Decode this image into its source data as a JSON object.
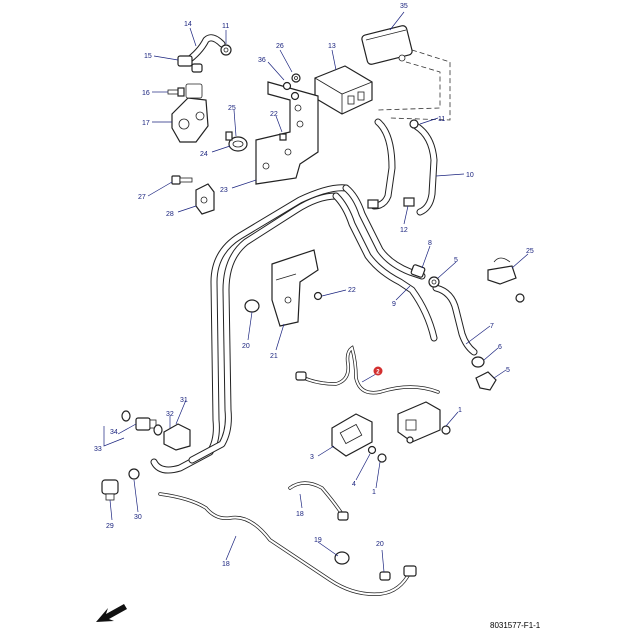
{
  "diagram": {
    "reference_code": "8031577-F1-1",
    "highlight_color": "#d32f2f",
    "callout_color": "#1a237e",
    "direction_icon": "front-arrow-icon",
    "callouts": {
      "c35": "35",
      "c14": "14",
      "c11a": "11",
      "c15": "15",
      "c26": "26",
      "c13": "13",
      "c36": "36",
      "c16": "16",
      "c17": "17",
      "c25a": "25",
      "c22a": "22",
      "c11b": "11",
      "c24": "24",
      "c10": "10",
      "c27": "27",
      "c23": "23",
      "c28": "28",
      "c12": "12",
      "c8": "8",
      "c25b": "25",
      "c5a": "5",
      "c22b": "22",
      "c9": "9",
      "c7": "7",
      "c20a": "20",
      "c21": "21",
      "c6": "6",
      "c5b": "5",
      "c2": "2",
      "c31": "31",
      "c32": "32",
      "c34": "34",
      "c1a": "1",
      "c33": "33",
      "c3": "3",
      "c4": "4",
      "c1b": "1",
      "c29": "29",
      "c30": "30",
      "c18a": "18",
      "c19": "19",
      "c20b": "20",
      "c18b": "18"
    }
  }
}
